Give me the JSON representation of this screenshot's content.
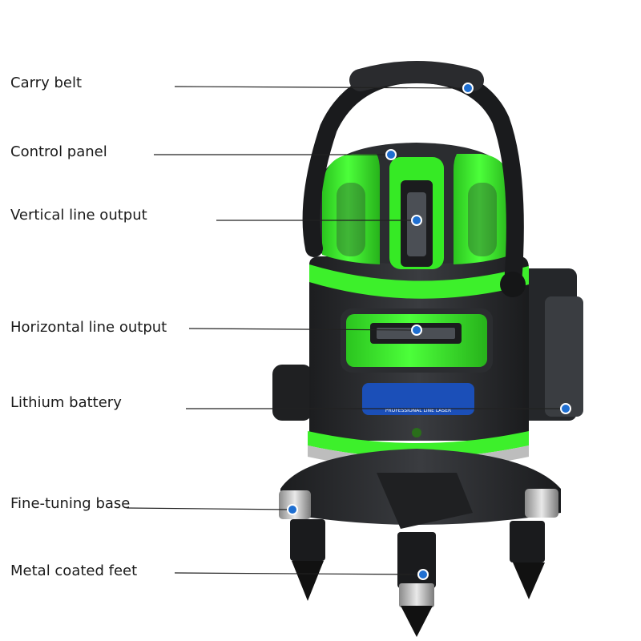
{
  "image": {
    "subject": "green line laser level",
    "colors": {
      "body_green": "#3df02b",
      "body_dark": "#2b2d30",
      "callout_dot": "#1f6fd1",
      "leader_line": "#222222",
      "badge_blue": "#1b4fb8"
    }
  },
  "badge_text": "PROFESSIONAL LINE LASER",
  "callouts": [
    {
      "id": "carry-belt",
      "label": "Carry belt"
    },
    {
      "id": "control-panel",
      "label": "Control panel"
    },
    {
      "id": "vertical-line-output",
      "label": "Vertical line output"
    },
    {
      "id": "horizontal-line-output",
      "label": "Horizontal line output"
    },
    {
      "id": "lithium-battery",
      "label": "Lithium battery"
    },
    {
      "id": "fine-tuning-base",
      "label": "Fine-tuning base"
    },
    {
      "id": "metal-coated-feet",
      "label": "Metal coated feet"
    }
  ]
}
